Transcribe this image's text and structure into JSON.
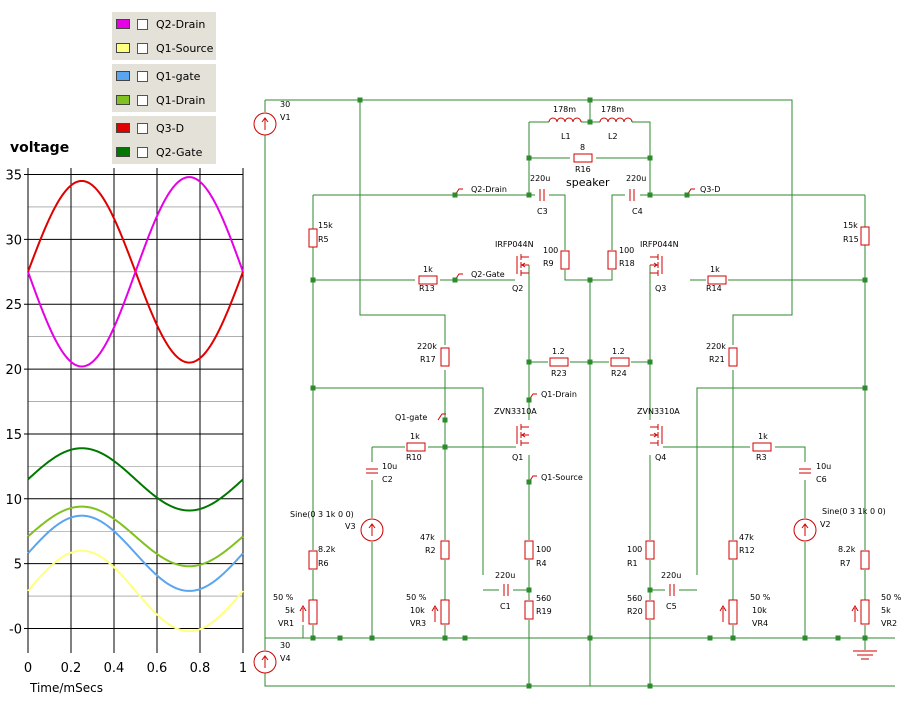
{
  "legend": {
    "items": [
      {
        "label": "Q2-Drain",
        "color": "#e600e6"
      },
      {
        "label": "Q1-Source",
        "color": "#ffff80"
      },
      {
        "label": "Q1-gate",
        "color": "#5aa5f0"
      },
      {
        "label": "Q1-Drain",
        "color": "#80c020"
      },
      {
        "label": "Q3-D",
        "color": "#e00000"
      },
      {
        "label": "Q2-Gate",
        "color": "#007800"
      }
    ]
  },
  "chart_data": {
    "type": "line",
    "ylabel": "voltage",
    "xlabel": "Time/mSecs",
    "xlim": [
      0,
      1
    ],
    "ylim": [
      -1.5,
      35.5
    ],
    "x_ticks": [
      "0",
      "0.2",
      "0.4",
      "0.6",
      "0.8",
      "1"
    ],
    "y_ticks": [
      "35",
      "30",
      "25",
      "20",
      "15",
      "10",
      "5",
      "-0"
    ],
    "grid": true,
    "series": [
      {
        "name": "Q3-D",
        "color": "#e00000",
        "offset": 27.5,
        "amplitude": 7.0
      },
      {
        "name": "Q2-Drain",
        "color": "#e600e6",
        "offset": 27.5,
        "amplitude": -7.3
      },
      {
        "name": "Q2-Gate",
        "color": "#007800",
        "offset": 11.5,
        "amplitude": 2.4
      },
      {
        "name": "Q1-Drain",
        "color": "#80c020",
        "offset": 7.1,
        "amplitude": 2.3
      },
      {
        "name": "Q1-gate",
        "color": "#5aa5f0",
        "offset": 5.8,
        "amplitude": 2.9
      },
      {
        "name": "Q1-Source",
        "color": "#ffff80",
        "offset": 2.9,
        "amplitude": 3.1
      }
    ]
  },
  "schematic": {
    "labels": [
      {
        "id": "v1-value",
        "text": "30"
      },
      {
        "id": "v1-name",
        "text": "V1"
      },
      {
        "id": "v4-value",
        "text": "30"
      },
      {
        "id": "v4-name",
        "text": "V4"
      },
      {
        "id": "l1-value",
        "text": "178m"
      },
      {
        "id": "l1-name",
        "text": "L1"
      },
      {
        "id": "l2-value",
        "text": "178m"
      },
      {
        "id": "l2-name",
        "text": "L2"
      },
      {
        "id": "r16-value",
        "text": "8"
      },
      {
        "id": "r16-name",
        "text": "R16"
      },
      {
        "id": "speaker",
        "text": "speaker"
      },
      {
        "id": "c3-value",
        "text": "220u"
      },
      {
        "id": "c3-name",
        "text": "C3"
      },
      {
        "id": "c4-value",
        "text": "220u"
      },
      {
        "id": "c4-name",
        "text": "C4"
      },
      {
        "id": "probe-q2-drain",
        "text": "Q2-Drain"
      },
      {
        "id": "probe-q3-d",
        "text": "Q3-D"
      },
      {
        "id": "r5-value",
        "text": "15k"
      },
      {
        "id": "r5-name",
        "text": "R5"
      },
      {
        "id": "r15-value",
        "text": "15k"
      },
      {
        "id": "r15-name",
        "text": "R15"
      },
      {
        "id": "q2-type",
        "text": "IRFP044N"
      },
      {
        "id": "q2-name",
        "text": "Q2"
      },
      {
        "id": "q3-type",
        "text": "IRFP044N"
      },
      {
        "id": "q3-name",
        "text": "Q3"
      },
      {
        "id": "r9-value",
        "text": "100"
      },
      {
        "id": "r9-name",
        "text": "R9"
      },
      {
        "id": "r18-value",
        "text": "100"
      },
      {
        "id": "r18-name",
        "text": "R18"
      },
      {
        "id": "r13-value",
        "text": "1k"
      },
      {
        "id": "r13-name",
        "text": "R13"
      },
      {
        "id": "probe-q2-gate",
        "text": "Q2-Gate"
      },
      {
        "id": "r14-value",
        "text": "1k"
      },
      {
        "id": "r14-name",
        "text": "R14"
      },
      {
        "id": "r17-value",
        "text": "220k"
      },
      {
        "id": "r17-name",
        "text": "R17"
      },
      {
        "id": "r21-value",
        "text": "220k"
      },
      {
        "id": "r21-name",
        "text": "R21"
      },
      {
        "id": "r23-value",
        "text": "1.2"
      },
      {
        "id": "r23-name",
        "text": "R23"
      },
      {
        "id": "r24-value",
        "text": "1.2"
      },
      {
        "id": "r24-name",
        "text": "R24"
      },
      {
        "id": "probe-q1-drain",
        "text": "Q1-Drain"
      },
      {
        "id": "probe-q1-gate",
        "text": "Q1-gate"
      },
      {
        "id": "q1-type",
        "text": "ZVN3310A"
      },
      {
        "id": "q1-name",
        "text": "Q1"
      },
      {
        "id": "q4-type",
        "text": "ZVN3310A"
      },
      {
        "id": "q4-name",
        "text": "Q4"
      },
      {
        "id": "r10-value",
        "text": "1k"
      },
      {
        "id": "r10-name",
        "text": "R10"
      },
      {
        "id": "r3-value",
        "text": "1k"
      },
      {
        "id": "r3-name",
        "text": "R3"
      },
      {
        "id": "c2-value",
        "text": "10u"
      },
      {
        "id": "c2-name",
        "text": "C2"
      },
      {
        "id": "c6-value",
        "text": "10u"
      },
      {
        "id": "c6-name",
        "text": "C6"
      },
      {
        "id": "probe-q1-source",
        "text": "Q1-Source"
      },
      {
        "id": "v3-spec",
        "text": "Sine(0 3 1k 0 0)"
      },
      {
        "id": "v3-name",
        "text": "V3"
      },
      {
        "id": "v2-spec",
        "text": "Sine(0 3 1k 0 0)"
      },
      {
        "id": "v2-name",
        "text": "V2"
      },
      {
        "id": "r2-value",
        "text": "47k"
      },
      {
        "id": "r2-name",
        "text": "R2"
      },
      {
        "id": "r12-value",
        "text": "47k"
      },
      {
        "id": "r12-name",
        "text": "R12"
      },
      {
        "id": "r4-value",
        "text": "100"
      },
      {
        "id": "r4-name",
        "text": "R4"
      },
      {
        "id": "r1-value",
        "text": "100"
      },
      {
        "id": "r1-name",
        "text": "R1"
      },
      {
        "id": "r6-value",
        "text": "8.2k"
      },
      {
        "id": "r6-name",
        "text": "R6"
      },
      {
        "id": "r7-value",
        "text": "8.2k"
      },
      {
        "id": "r7-name",
        "text": "R7"
      },
      {
        "id": "c1-value",
        "text": "220u"
      },
      {
        "id": "c1-name",
        "text": "C1"
      },
      {
        "id": "c5-value",
        "text": "220u"
      },
      {
        "id": "c5-name",
        "text": "C5"
      },
      {
        "id": "r19-value",
        "text": "560"
      },
      {
        "id": "r19-name",
        "text": "R19"
      },
      {
        "id": "r20-value",
        "text": "560"
      },
      {
        "id": "r20-name",
        "text": "R20"
      },
      {
        "id": "vr1-pct",
        "text": "50 %"
      },
      {
        "id": "vr1-value",
        "text": "5k"
      },
      {
        "id": "vr1-name",
        "text": "VR1"
      },
      {
        "id": "vr3-pct",
        "text": "50 %"
      },
      {
        "id": "vr3-value",
        "text": "10k"
      },
      {
        "id": "vr3-name",
        "text": "VR3"
      },
      {
        "id": "vr4-pct",
        "text": "50 %"
      },
      {
        "id": "vr4-value",
        "text": "10k"
      },
      {
        "id": "vr4-name",
        "text": "VR4"
      },
      {
        "id": "vr2-pct",
        "text": "50 %"
      },
      {
        "id": "vr2-value",
        "text": "5k"
      },
      {
        "id": "vr2-name",
        "text": "VR2"
      }
    ]
  }
}
